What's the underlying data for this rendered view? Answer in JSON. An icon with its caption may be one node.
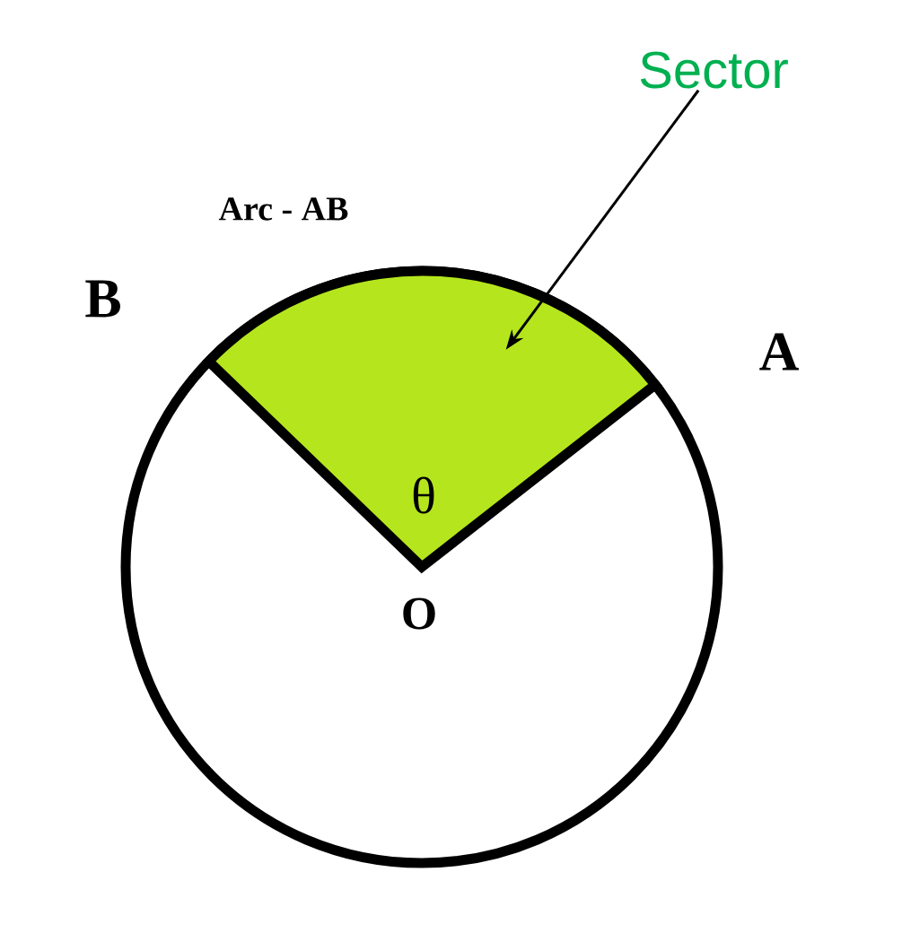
{
  "diagram": {
    "nodes": [
      {
        "text": [
          "Sector"
        ]
      },
      {
        "text": [],
        "shape": "sector"
      }
    ],
    "edges": [
      {
        "from": 0,
        "to": 1,
        "arrow": "to"
      }
    ],
    "labels": [
      "Arc - AB",
      "B",
      "A",
      "θ",
      "O"
    ]
  }
}
